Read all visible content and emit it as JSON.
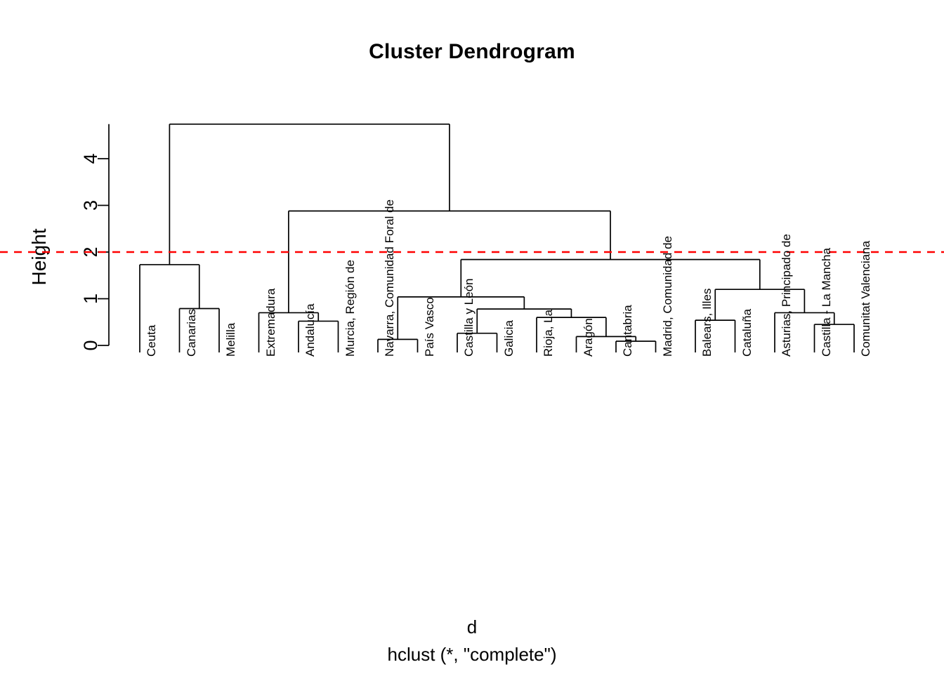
{
  "plot": {
    "title": "Cluster Dendrogram",
    "ylabel": "Height",
    "caption_line1": "d",
    "caption_line2": "hclust (*, \"complete\")"
  },
  "axis": {
    "ticks": [
      "0",
      "1",
      "2",
      "3",
      "4"
    ],
    "tick_values": [
      0,
      1,
      2,
      3,
      4
    ]
  },
  "cut": {
    "height": 2,
    "color": "#ff0000",
    "style": "dashed"
  },
  "chart_data": {
    "type": "dendrogram",
    "title": "Cluster Dendrogram",
    "xlabel": "d",
    "sublabel": "hclust (*, \"complete\")",
    "ylabel": "Height",
    "ylim": [
      0,
      4.74
    ],
    "yticks": [
      0,
      1,
      2,
      3,
      4
    ],
    "grid": false,
    "legend": null,
    "linkage": "complete",
    "cut_line": 2,
    "n_leaves": 19,
    "leaf_order": [
      "Ceuta",
      "Canarias",
      "Melilla",
      "Extremadura",
      "Andalucía",
      "Murcia, Región de",
      "Navarra, Comunidad Foral de",
      "País Vasco",
      "Castilla y León",
      "Galicia",
      "Rioja, La",
      "Aragón",
      "Cantabria",
      "Madrid, Comunidad de",
      "Balears, Illes",
      "Cataluña",
      "Asturias, Principado de",
      "Castilla - La Mancha",
      "Comunitat Valenciana"
    ],
    "merges": [
      {
        "id": "m1",
        "height": 0.79,
        "left": "Canarias",
        "right": "Melilla"
      },
      {
        "id": "m2",
        "height": 1.73,
        "left": "Ceuta",
        "right": "m1"
      },
      {
        "id": "m3",
        "height": 0.52,
        "left": "Andalucía",
        "right": "Murcia, Región de"
      },
      {
        "id": "m4",
        "height": 0.7,
        "left": "Extremadura",
        "right": "m3"
      },
      {
        "id": "m5",
        "height": 0.13,
        "left": "Navarra, Comunidad Foral de",
        "right": "País Vasco"
      },
      {
        "id": "m6",
        "height": 0.26,
        "left": "Castilla y León",
        "right": "Galicia"
      },
      {
        "id": "m7",
        "height": 0.09,
        "left": "Cantabria",
        "right": "Madrid, Comunidad de"
      },
      {
        "id": "m8",
        "height": 0.19,
        "left": "Aragón",
        "right": "m7"
      },
      {
        "id": "m9",
        "height": 0.6,
        "left": "Rioja, La",
        "right": "m8"
      },
      {
        "id": "m10",
        "height": 0.78,
        "left": "m6",
        "right": "m9"
      },
      {
        "id": "m11",
        "height": 1.04,
        "left": "m5",
        "right": "m10"
      },
      {
        "id": "m12",
        "height": 0.54,
        "left": "Balears, Illes",
        "right": "Cataluña"
      },
      {
        "id": "m13",
        "height": 0.45,
        "left": "Castilla - La Mancha",
        "right": "Comunitat Valenciana"
      },
      {
        "id": "m14",
        "height": 0.7,
        "left": "Asturias, Principado de",
        "right": "m13"
      },
      {
        "id": "m15",
        "height": 1.2,
        "left": "m12",
        "right": "m14"
      },
      {
        "id": "m16",
        "height": 1.84,
        "left": "m11",
        "right": "m15"
      },
      {
        "id": "m17",
        "height": 2.88,
        "left": "m4",
        "right": "m16"
      },
      {
        "id": "m18",
        "height": 4.74,
        "left": "m2",
        "right": "m17"
      }
    ]
  }
}
